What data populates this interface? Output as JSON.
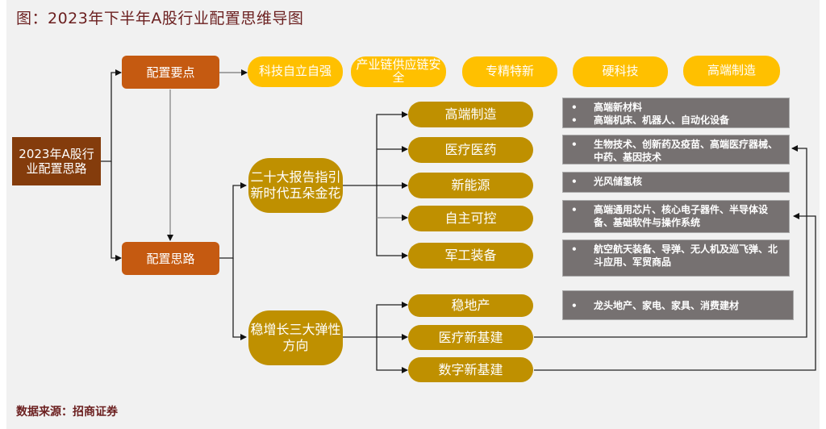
{
  "title": "图：2023年下半年A股行业配置思维导图",
  "source": "数据来源：招商证券",
  "colors": {
    "root": "#843c0c",
    "level1": "#c55a11",
    "keypoints": "#ffc000",
    "branch": "#bf9000",
    "detail_box": "#767171",
    "title_text": "#6b1f1f"
  },
  "root": {
    "label": "2023年A股行业配置思路"
  },
  "level1": {
    "key_points": {
      "label": "配置要点"
    },
    "approach": {
      "label": "配置思路"
    }
  },
  "key_points": [
    {
      "label": "科技自立自强"
    },
    {
      "label": "产业链供应链安全"
    },
    {
      "label": "专精特新"
    },
    {
      "label": "硬科技"
    },
    {
      "label": "高端制造"
    }
  ],
  "branches": [
    {
      "label": "二十大报告指引新时代五朵金花",
      "children": [
        {
          "label": "高端制造",
          "details": [
            "高端新材料",
            "高端机床、机器人、自动化设备"
          ]
        },
        {
          "label": "医疗医药",
          "details": [
            "生物技术、创新药及疫苗、高端医疗器械、中药、基因技术"
          ]
        },
        {
          "label": "新能源",
          "details": [
            "光风储氢核"
          ]
        },
        {
          "label": "自主可控",
          "details": [
            "高端通用芯片、核心电子器件、半导体设备、基础软件与操作系统"
          ]
        },
        {
          "label": "军工装备",
          "details": [
            "航空航天装备、导弹、无人机及巡飞弹、北斗应用、军贸商品"
          ]
        }
      ]
    },
    {
      "label": "稳增长三大弹性方向",
      "children": [
        {
          "label": "稳地产",
          "details": [
            "龙头地产、家电、家具、消费建材"
          ]
        },
        {
          "label": "医疗新基建",
          "links_to": "医疗医药"
        },
        {
          "label": "数字新基建",
          "links_to": "自主可控"
        }
      ]
    }
  ]
}
